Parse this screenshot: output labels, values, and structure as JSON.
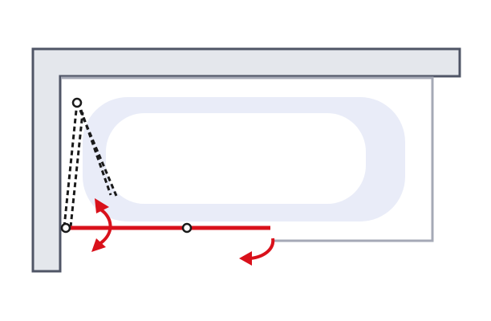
{
  "diagram": {
    "kind": "bathtub-screen-top-view",
    "colors": {
      "background": "#ffffff",
      "wall_fill": "#e4e7ec",
      "wall_stroke": "#4f5566",
      "tub_rim": "#a5a9b6",
      "tub_outer": "#e9ecf8",
      "tub_inner": "#ffffff",
      "panel": "#d9111b",
      "pivot": "#1a1a1a",
      "folded_dash": "#1a1a1a"
    },
    "elements": {
      "wall_l_shape": "wall",
      "bathtub": "bathtub",
      "screen_panel": "glass-screen-panel",
      "hinge_wall": "wall-hinge",
      "hinge_middle": "middle-hinge",
      "folded_outline": "folded-position",
      "swing_arrow_wall": "rotate-arrow",
      "swing_arrow_end": "rotate-arrow"
    }
  }
}
